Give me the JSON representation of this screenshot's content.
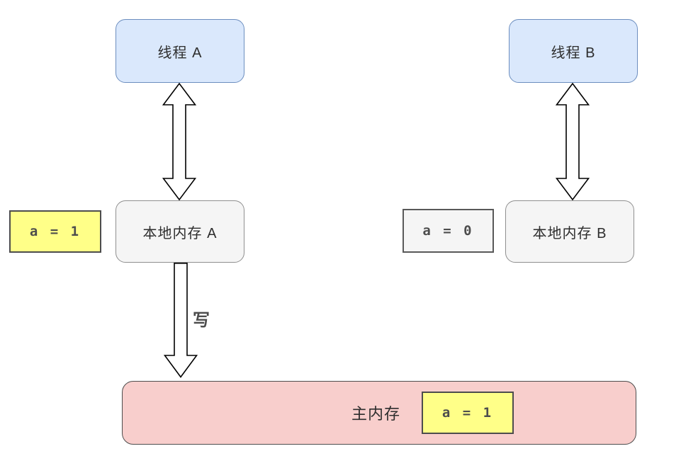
{
  "diagram": {
    "nodes": {
      "thread_a": {
        "label": "线程 A"
      },
      "thread_b": {
        "label": "线程 B"
      },
      "local_memory_a": {
        "label": "本地内存 A"
      },
      "local_memory_b": {
        "label": "本地内存 B"
      },
      "local_value_a": {
        "value": "a = 1"
      },
      "local_value_b": {
        "value": "a = 0"
      },
      "main_memory": {
        "label": "主内存",
        "value": "a = 1"
      }
    },
    "edges": {
      "thread_a_to_local_a": {
        "type": "double-arrow-vertical",
        "label": ""
      },
      "thread_b_to_local_b": {
        "type": "double-arrow-vertical",
        "label": ""
      },
      "local_a_to_main": {
        "type": "arrow-down",
        "label": "写"
      }
    },
    "colors": {
      "background": "#ffffff",
      "thread_fill": "#dae8fc",
      "thread_border": "#6c8ebf",
      "local_memory_fill": "#f5f5f5",
      "local_memory_border": "#8f8f8f",
      "value_yellow_fill": "#ffff88",
      "value_gray_fill": "#f5f5f5",
      "value_border": "#4d4d4d",
      "main_memory_fill": "#f8cecc",
      "main_memory_border": "#4d4d4d",
      "arrow_fill": "#ffffff",
      "arrow_stroke": "#000000",
      "text": "#2d2d2d",
      "edge_label_text": "#4d4d4d"
    }
  }
}
